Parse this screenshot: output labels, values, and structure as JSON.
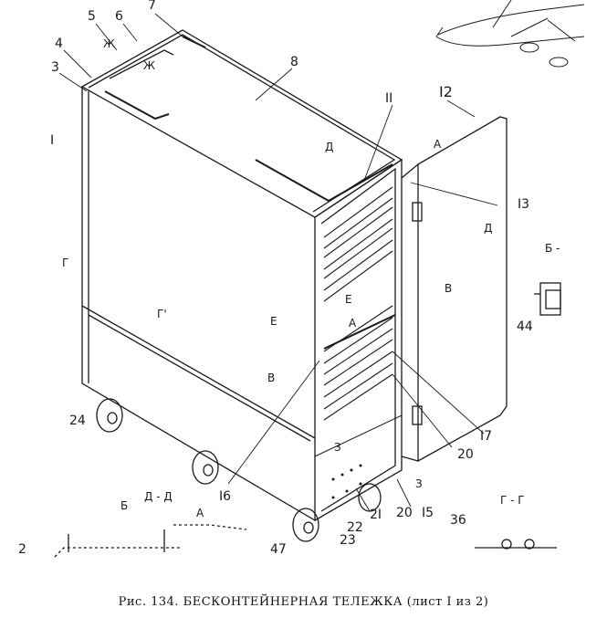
{
  "caption": "Рис. 134. БЕСКОНТЕЙНЕРНАЯ ТЕЛЕЖКА (лист I из 2)",
  "callouts": [
    "5",
    "6",
    "7",
    "4",
    "3",
    "8",
    "I",
    "II",
    "I2",
    "I3",
    "44",
    "24",
    "I6",
    "I7",
    "20",
    "20",
    "I5",
    "2I",
    "22",
    "23",
    "36",
    "47",
    "2"
  ],
  "section_marks": [
    "Ж",
    "Ж",
    "Д",
    "А",
    "Д",
    "Б -",
    "В",
    "Г",
    "Г'",
    "Е",
    "Е",
    "А",
    "В",
    "З",
    "З",
    "Д - Д",
    "Б",
    "А",
    "Г - Г"
  ]
}
